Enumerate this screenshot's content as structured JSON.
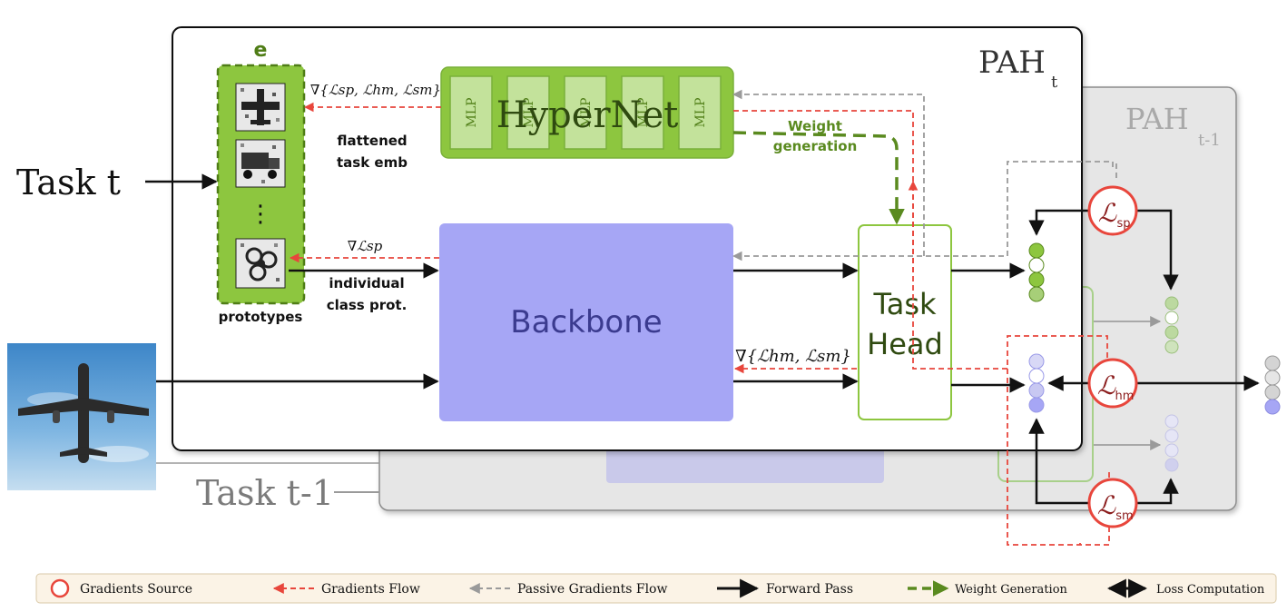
{
  "panels": {
    "current_title": "PAH",
    "current_sub": "t",
    "prev_title": "PAH",
    "prev_sub": "t-1"
  },
  "inputs": {
    "task_t": "Task t",
    "task_t_minus_1": "Task t-1"
  },
  "embedding": {
    "label": "e",
    "ellipsis": "⋮",
    "caption": "prototypes"
  },
  "hypernet": {
    "title": "HyperNet",
    "mlp_label": "MLP",
    "mlp_count": 5
  },
  "backbone": {
    "title": "Backbone"
  },
  "task_head": {
    "line1": "Task",
    "line2": "Head"
  },
  "annotations": {
    "grad_top": "∇{ℒsp, ℒhm, ℒsm}",
    "grad_sp": "∇ℒsp",
    "grad_bottom": "∇{ℒhm, ℒsm}",
    "flattened_1": "flattened",
    "flattened_2": "task emb",
    "individual_1": "individual",
    "individual_2": "class prot.",
    "weight_gen_1": "Weight",
    "weight_gen_2": "generation"
  },
  "losses": {
    "symbol": "ℒ",
    "sp": "sp",
    "hm": "hm",
    "sm": "sm"
  },
  "legend": {
    "items": [
      {
        "key": "gradients-source",
        "label": "Gradients Source"
      },
      {
        "key": "gradients-flow",
        "label": "Gradients Flow"
      },
      {
        "key": "passive-gradients-flow",
        "label": "Passive Gradients Flow"
      },
      {
        "key": "forward-pass",
        "label": "Forward Pass"
      },
      {
        "key": "weight-generation",
        "label": "Weight Generation"
      },
      {
        "key": "loss-computation",
        "label": "Loss Computation"
      }
    ]
  },
  "colors": {
    "green": "#8dc63f",
    "green_dark": "#5a8a1f",
    "backbone": "#a6a6f5",
    "red": "#e8463c",
    "gray": "#9a9a9a",
    "legend_bg": "#fbf3e6"
  }
}
